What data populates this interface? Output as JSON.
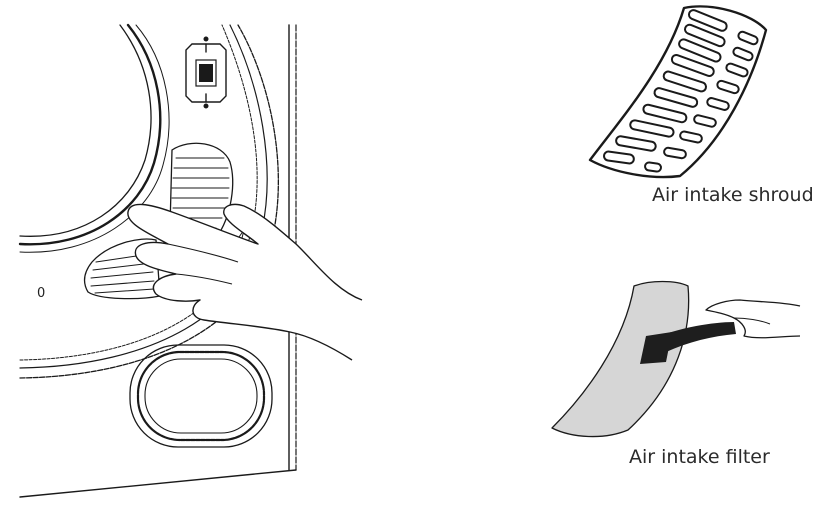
{
  "labels": {
    "shroud_caption": "Air intake shroud",
    "filter_caption": "Air intake filter",
    "panel_marking": "0"
  },
  "colors": {
    "line": "#1a1a1a",
    "filter_fill": "#d6d6d6",
    "tool": "#1e1e1e",
    "background": "#ffffff"
  }
}
